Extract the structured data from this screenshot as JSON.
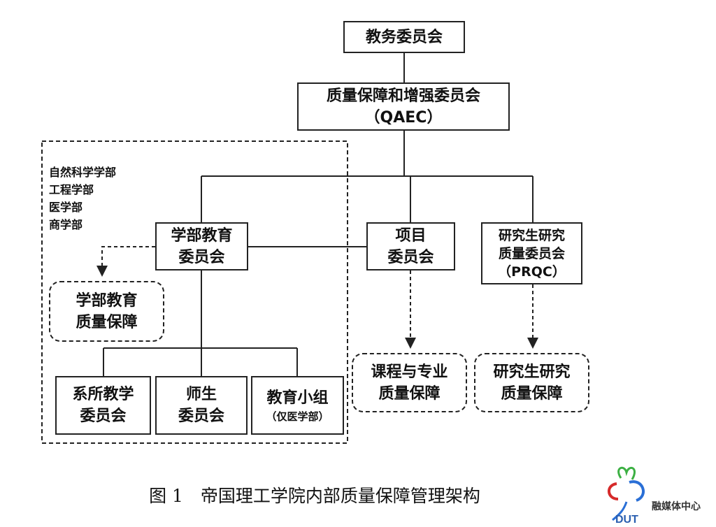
{
  "nodes": {
    "academic_board": [
      "教务委员会"
    ],
    "qaec": [
      "质量保障和增强委员会",
      "（QAEC）"
    ],
    "faculty_education_committee": [
      "学部教育",
      "委员会"
    ],
    "programme_committee": [
      "项目",
      "委员会"
    ],
    "prqc": [
      "研究生研究",
      "质量委员会",
      "（PRQC）"
    ],
    "faculty_education_qa": [
      "学部教育",
      "质量保障"
    ],
    "department_teaching_committee": [
      "系所教学",
      "委员会"
    ],
    "staff_student_committee": [
      "师生",
      "委员会"
    ],
    "education_group": [
      "教育小组",
      "（仅医学部）"
    ],
    "course_programme_qa": [
      "课程与专业",
      "质量保障"
    ],
    "postgrad_research_qa": [
      "研究生研究",
      "质量保障"
    ]
  },
  "faculties": [
    "自然科学学部",
    "工程学部",
    "医学部",
    "商学部"
  ],
  "caption": "图 1　帝国理工学院内部质量保障管理架构",
  "logo": {
    "mark": "DUT",
    "name": "融媒体中心",
    "colors": [
      "#3cb043",
      "#d62a2a",
      "#2a6fd6"
    ]
  }
}
